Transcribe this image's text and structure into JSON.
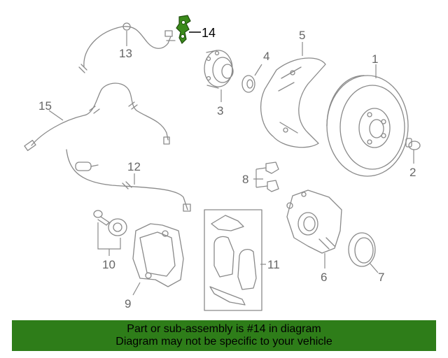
{
  "diagram": {
    "highlight_color": "#3a8a1a",
    "callouts": [
      "1",
      "2",
      "3",
      "4",
      "5",
      "6",
      "7",
      "8",
      "9",
      "10",
      "11",
      "12",
      "13",
      "14",
      "15"
    ]
  },
  "banner": {
    "line1": "Part or sub-assembly is #14 in diagram",
    "line2": "Diagram may not be specific to your vehicle",
    "color": "#2e7d19"
  }
}
